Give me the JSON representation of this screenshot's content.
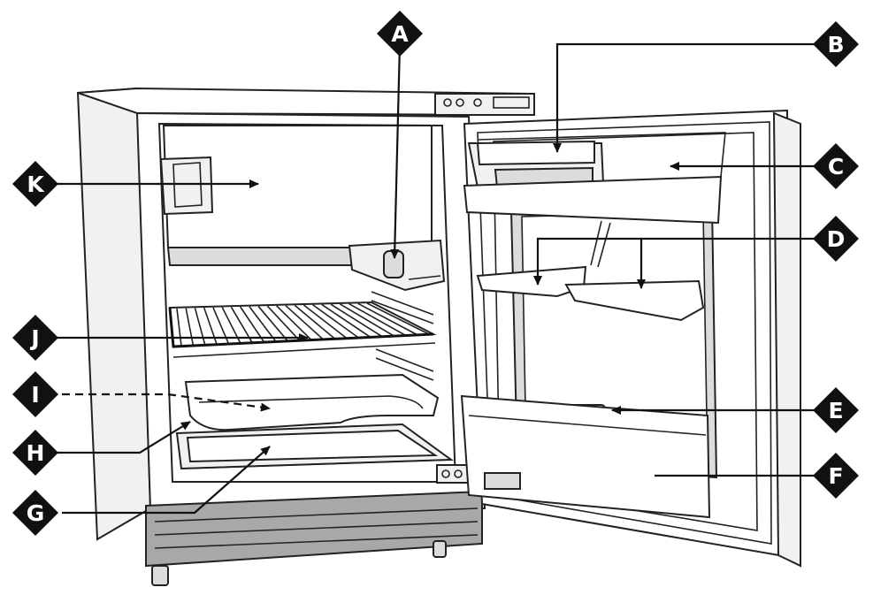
{
  "callouts": [
    {
      "id": "A",
      "label": "A"
    },
    {
      "id": "B",
      "label": "B"
    },
    {
      "id": "C",
      "label": "C"
    },
    {
      "id": "D",
      "label": "D"
    },
    {
      "id": "E",
      "label": "E"
    },
    {
      "id": "F",
      "label": "F"
    },
    {
      "id": "G",
      "label": "G"
    },
    {
      "id": "H",
      "label": "H"
    },
    {
      "id": "I",
      "label": "I"
    },
    {
      "id": "J",
      "label": "J"
    },
    {
      "id": "K",
      "label": "K"
    }
  ],
  "colors": {
    "callout_fill": "#111111",
    "callout_text": "#ffffff",
    "line": "#222222",
    "cabinet_light": "#f1f1f1",
    "cabinet_mid": "#dcdcdc",
    "plinth_dark": "#a8a8a8"
  }
}
